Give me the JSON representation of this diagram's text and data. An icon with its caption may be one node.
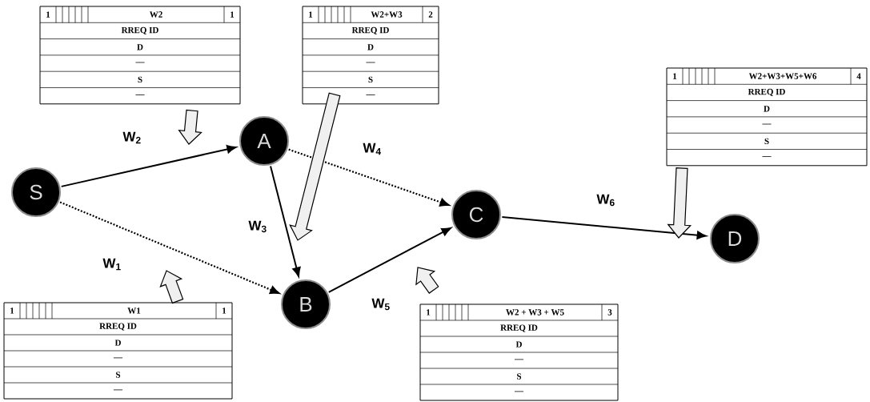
{
  "diagram": {
    "nodes": [
      {
        "text": [
          "1",
          "W2",
          "1",
          "RREQ ID",
          "D",
          "—",
          "S",
          "—"
        ]
      },
      {
        "text": [
          "1",
          "W2+W3",
          "2",
          "RREQ ID",
          "D",
          "—",
          "S",
          "—"
        ]
      },
      {
        "text": [
          "1",
          "W2+W3+W5+W6",
          "4",
          "RREQ ID",
          "D",
          "—",
          "S",
          "—"
        ]
      },
      {
        "text": [
          "S"
        ]
      },
      {
        "text": [
          "A"
        ]
      },
      {
        "text": [
          "C"
        ]
      },
      {
        "text": [
          "D"
        ]
      },
      {
        "text": [
          "B"
        ]
      },
      {
        "text": [
          "1",
          "W1",
          "1",
          "RREQ ID",
          "D",
          "—",
          "S",
          "—"
        ]
      },
      {
        "text": [
          "1",
          "W2 + W3 + W5",
          "3",
          "RREQ ID",
          "D",
          "—",
          "S",
          "—"
        ]
      }
    ],
    "edges": [
      {
        "from": 3,
        "to": 4,
        "arrow": "to",
        "label": "W$_{2}$"
      },
      {
        "from": 3,
        "to": 7,
        "arrow": "to",
        "label": "W$_{1}$",
        "style": "dashed"
      },
      {
        "from": 4,
        "to": 5,
        "arrow": "to",
        "label": "W$_{4}$",
        "style": "dashed"
      },
      {
        "from": 4,
        "to": 7,
        "arrow": "to",
        "label": "W$_{3}$"
      },
      {
        "from": 7,
        "to": 5,
        "arrow": "to",
        "label": "W$_{5}$"
      },
      {
        "from": 5,
        "to": 6,
        "arrow": "to",
        "label": "W$_{6}$"
      },
      {
        "from": 0,
        "to": null,
        "arrow": "to"
      },
      {
        "from": 1,
        "to": null,
        "arrow": "to"
      },
      {
        "from": 2,
        "to": null,
        "arrow": "to"
      },
      {
        "from": 8,
        "to": null,
        "arrow": "to"
      },
      {
        "from": 9,
        "to": null,
        "arrow": "to"
      }
    ]
  }
}
